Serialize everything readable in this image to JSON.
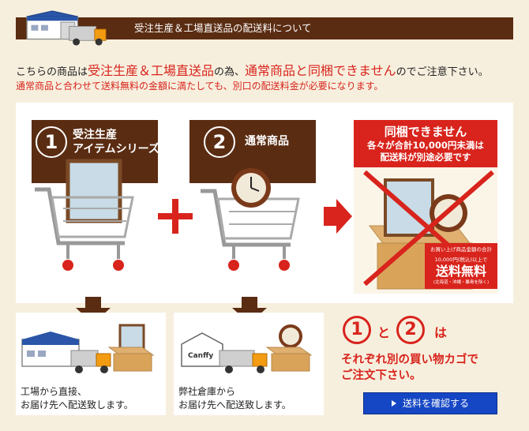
{
  "header": {
    "title": "受注生産＆工場直送品の配送料について"
  },
  "intro": {
    "line1_pre": "こちらの商品は",
    "line1_em1": "受注生産＆工場直送品",
    "line1_mid": "の為、",
    "line1_em2": "通常商品と同梱できません",
    "line1_post": "のでご注意下さい。",
    "line2": "通常商品と合わせて送料無料の金額に満たしても、別口の配送料金が必要になります。"
  },
  "items": [
    {
      "number": "1",
      "label_line1": "受注生産",
      "label_line2": "アイテムシリーズ"
    },
    {
      "number": "2",
      "label_line1": "通常商品"
    }
  ],
  "warning": {
    "title": "同梱できません",
    "line1": "各々が合計10,000円未満は",
    "line2": "配送料が別途必要です"
  },
  "badge": {
    "line1": "お買い上げ商品金額の合計",
    "line1b": "10,000円(税込)以上で",
    "big": "送料無料",
    "small": "(北海道・沖縄・離島を除く)"
  },
  "shipping": [
    {
      "caption1": "工場から直接、",
      "caption2": "お届け先へ配送致します。"
    },
    {
      "caption1": "弊社倉庫から",
      "caption2": "お届け先へ配送致します。",
      "warehouse_label": "Canffy"
    }
  ],
  "note": {
    "num1": "1",
    "conj": "と",
    "num2": "2",
    "topic": "は",
    "line1": "それぞれ別の買い物カゴで",
    "line2": "ご注文下さい。"
  },
  "button": {
    "label": "送料を確認する"
  },
  "colors": {
    "brown": "#5a2c12",
    "red": "#d8241c",
    "blue": "#1546c4",
    "cream": "#f7efde"
  }
}
